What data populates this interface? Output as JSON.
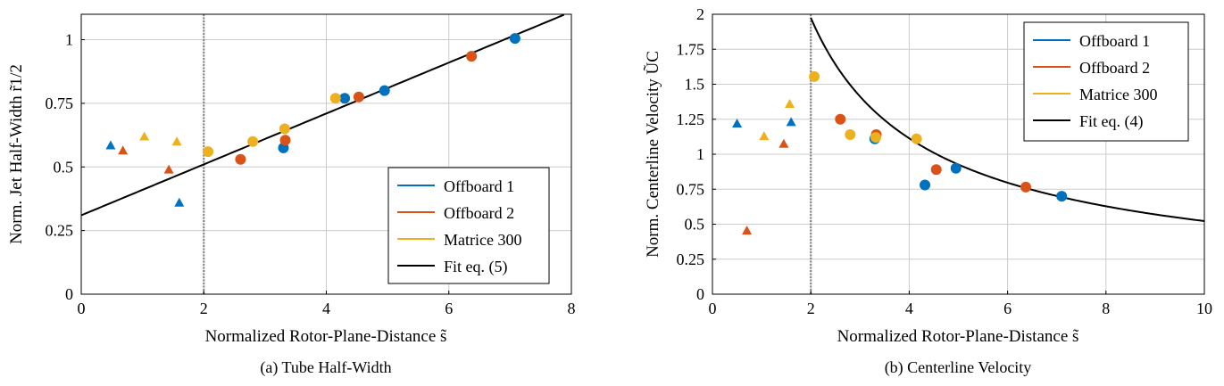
{
  "colors": {
    "offboard1": "#0072bd",
    "offboard2": "#d95319",
    "matrice300": "#edb120",
    "fit": "#000000",
    "grid": "#cccccc",
    "vline": "#888888"
  },
  "chart_data": [
    {
      "id": "a",
      "type": "scatter",
      "caption": "(a) Tube Half-Width",
      "xlabel": "Normalized Rotor-Plane-Distance s̃",
      "ylabel": "Norm. Jet Half-Width r̃1/2",
      "xlim": [
        0,
        8
      ],
      "ylim": [
        0,
        1.1
      ],
      "xticks": [
        0,
        2,
        4,
        6,
        8
      ],
      "xtick_labels": [
        "0",
        "2",
        "4",
        "6",
        "8"
      ],
      "yticks": [
        0,
        0.25,
        0.5,
        0.75,
        1
      ],
      "ytick_labels": [
        "0",
        "0.25",
        "0.5",
        "0.75",
        "1"
      ],
      "grid": true,
      "legend_position": "bottom-right",
      "vline_x": 2,
      "series": [
        {
          "name": "Offboard 1",
          "color": "#0072bd",
          "triangles": [
            [
              0.48,
              0.585
            ],
            [
              1.6,
              0.36
            ]
          ],
          "circles": [
            [
              3.3,
              0.575
            ],
            [
              4.3,
              0.77
            ],
            [
              4.95,
              0.8
            ],
            [
              7.08,
              1.005
            ]
          ]
        },
        {
          "name": "Offboard 2",
          "color": "#d95319",
          "triangles": [
            [
              0.68,
              0.565
            ],
            [
              1.43,
              0.49
            ]
          ],
          "circles": [
            [
              2.6,
              0.53
            ],
            [
              3.33,
              0.605
            ],
            [
              4.53,
              0.775
            ],
            [
              6.37,
              0.935
            ]
          ]
        },
        {
          "name": "Matrice 300",
          "color": "#edb120",
          "triangles": [
            [
              1.03,
              0.62
            ],
            [
              1.56,
              0.6
            ]
          ],
          "circles": [
            [
              2.07,
              0.56
            ],
            [
              2.8,
              0.6
            ],
            [
              3.32,
              0.65
            ],
            [
              4.15,
              0.77
            ]
          ]
        }
      ],
      "fit": {
        "name": "Fit eq. (5)",
        "kind": "linear",
        "intercept": 0.31,
        "slope": 0.1
      }
    },
    {
      "id": "b",
      "type": "scatter",
      "caption": "(b) Centerline Velocity",
      "xlabel": "Normalized Rotor-Plane-Distance s̃",
      "ylabel": "Norm. Centerline Velocity ŨC",
      "xlim": [
        0,
        10
      ],
      "ylim": [
        0,
        2
      ],
      "xticks": [
        0,
        2,
        4,
        6,
        8,
        10
      ],
      "xtick_labels": [
        "0",
        "2",
        "4",
        "6",
        "8",
        "10"
      ],
      "yticks": [
        0,
        0.25,
        0.5,
        0.75,
        1,
        1.25,
        1.5,
        1.75,
        2
      ],
      "ytick_labels": [
        "0",
        "0.25",
        "0.5",
        "0.75",
        "1",
        "1.25",
        "1.5",
        "1.75",
        "2"
      ],
      "grid": true,
      "legend_position": "top-right",
      "vline_x": 2,
      "series": [
        {
          "name": "Offboard 1",
          "color": "#0072bd",
          "triangles": [
            [
              0.5,
              1.22
            ],
            [
              1.6,
              1.23
            ]
          ],
          "circles": [
            [
              3.3,
              1.11
            ],
            [
              4.32,
              0.78
            ],
            [
              4.95,
              0.9
            ],
            [
              7.1,
              0.7
            ]
          ]
        },
        {
          "name": "Offboard 2",
          "color": "#d95319",
          "triangles": [
            [
              0.7,
              0.455
            ],
            [
              1.45,
              1.075
            ]
          ],
          "circles": [
            [
              2.6,
              1.25
            ],
            [
              3.33,
              1.14
            ],
            [
              4.55,
              0.89
            ],
            [
              6.37,
              0.765
            ]
          ]
        },
        {
          "name": "Matrice 300",
          "color": "#edb120",
          "triangles": [
            [
              1.05,
              1.13
            ],
            [
              1.57,
              1.36
            ]
          ],
          "circles": [
            [
              2.07,
              1.555
            ],
            [
              2.8,
              1.14
            ],
            [
              3.32,
              1.12
            ],
            [
              4.15,
              1.11
            ]
          ]
        }
      ],
      "fit": {
        "name": "Fit eq. (4)",
        "kind": "inverse_power",
        "coef": 3.5,
        "exponent": 0.826
      }
    }
  ]
}
